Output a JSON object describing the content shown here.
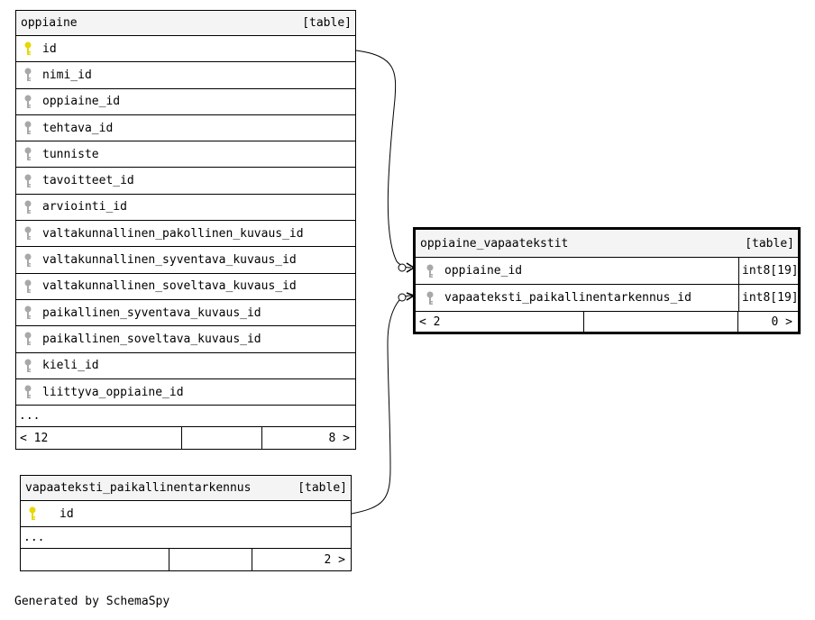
{
  "tables": {
    "oppiaine": {
      "name": "oppiaine",
      "kind": "[table]",
      "columns": [
        {
          "name": "id",
          "key": "primary"
        },
        {
          "name": "nimi_id",
          "key": "foreign"
        },
        {
          "name": "oppiaine_id",
          "key": "foreign"
        },
        {
          "name": "tehtava_id",
          "key": "foreign"
        },
        {
          "name": "tunniste",
          "key": "foreign"
        },
        {
          "name": "tavoitteet_id",
          "key": "foreign"
        },
        {
          "name": "arviointi_id",
          "key": "foreign"
        },
        {
          "name": "valtakunnallinen_pakollinen_kuvaus_id",
          "key": "foreign"
        },
        {
          "name": "valtakunnallinen_syventava_kuvaus_id",
          "key": "foreign"
        },
        {
          "name": "valtakunnallinen_soveltava_kuvaus_id",
          "key": "foreign"
        },
        {
          "name": "paikallinen_syventava_kuvaus_id",
          "key": "foreign"
        },
        {
          "name": "paikallinen_soveltava_kuvaus_id",
          "key": "foreign"
        },
        {
          "name": "kieli_id",
          "key": "foreign"
        },
        {
          "name": "liittyva_oppiaine_id",
          "key": "foreign"
        }
      ],
      "more": "...",
      "footer_left": "< 12",
      "footer_right": "8 >"
    },
    "oppiaine_vapaatekstit": {
      "name": "oppiaine_vapaatekstit",
      "kind": "[table]",
      "columns": [
        {
          "name": "oppiaine_id",
          "type": "int8[19]",
          "key": "foreign"
        },
        {
          "name": "vapaateksti_paikallinentarkennus_id",
          "type": "int8[19]",
          "key": "foreign"
        }
      ],
      "footer_left": "< 2",
      "footer_right": "0 >"
    },
    "vapaateksti_paikallinentarkennus": {
      "name": "vapaateksti_paikallinentarkennus",
      "kind": "[table]",
      "columns": [
        {
          "name": "id",
          "key": "primary"
        }
      ],
      "more": "...",
      "footer_left": "",
      "footer_right": "2 >"
    }
  },
  "colors": {
    "primary_key": "#e6d800",
    "foreign_key": "#a8a8a8",
    "header_bg": "#f4f4f4"
  },
  "caption": "Generated by SchemaSpy"
}
